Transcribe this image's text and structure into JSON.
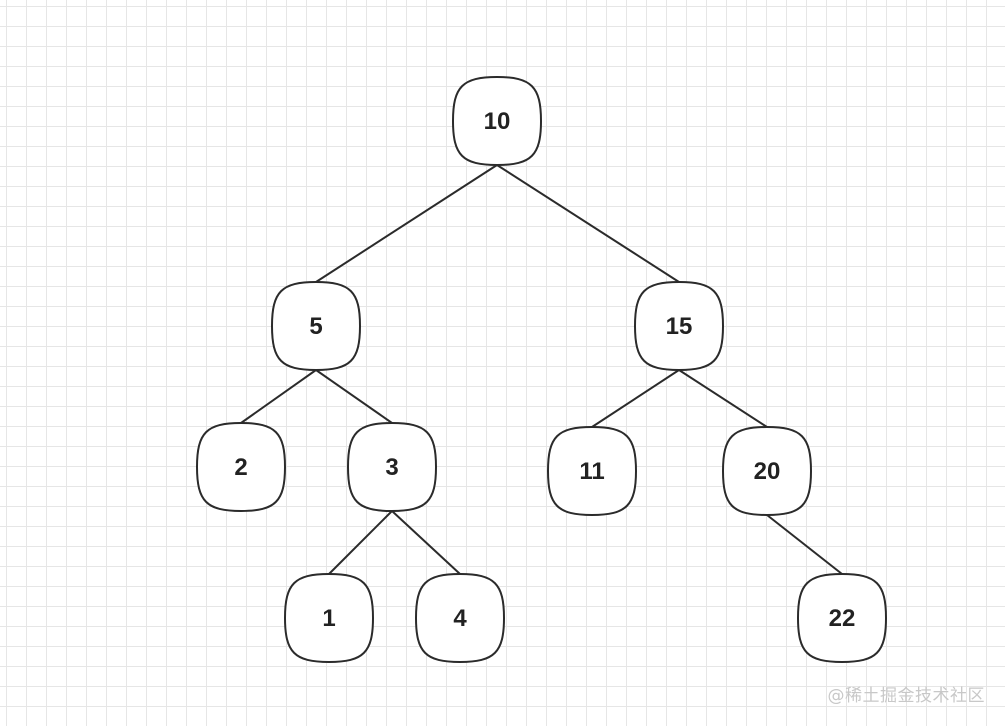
{
  "tree": {
    "nodes": [
      {
        "id": "n10",
        "label": "10"
      },
      {
        "id": "n5",
        "label": "5"
      },
      {
        "id": "n15",
        "label": "15"
      },
      {
        "id": "n2",
        "label": "2"
      },
      {
        "id": "n3",
        "label": "3"
      },
      {
        "id": "n11",
        "label": "11"
      },
      {
        "id": "n20",
        "label": "20"
      },
      {
        "id": "n1",
        "label": "1"
      },
      {
        "id": "n4",
        "label": "4"
      },
      {
        "id": "n22",
        "label": "22"
      }
    ],
    "edges": [
      {
        "from": "n10",
        "to": "n5"
      },
      {
        "from": "n10",
        "to": "n15"
      },
      {
        "from": "n5",
        "to": "n2"
      },
      {
        "from": "n5",
        "to": "n3"
      },
      {
        "from": "n3",
        "to": "n1"
      },
      {
        "from": "n3",
        "to": "n4"
      },
      {
        "from": "n15",
        "to": "n11"
      },
      {
        "from": "n15",
        "to": "n20"
      },
      {
        "from": "n20",
        "to": "n22"
      }
    ]
  },
  "watermark": "@稀土掘金技术社区",
  "colors": {
    "stroke": "#2b2b2b",
    "node_fill": "#ffffff",
    "grid": "#e6e6e6",
    "watermark": "#c8c8c8"
  }
}
